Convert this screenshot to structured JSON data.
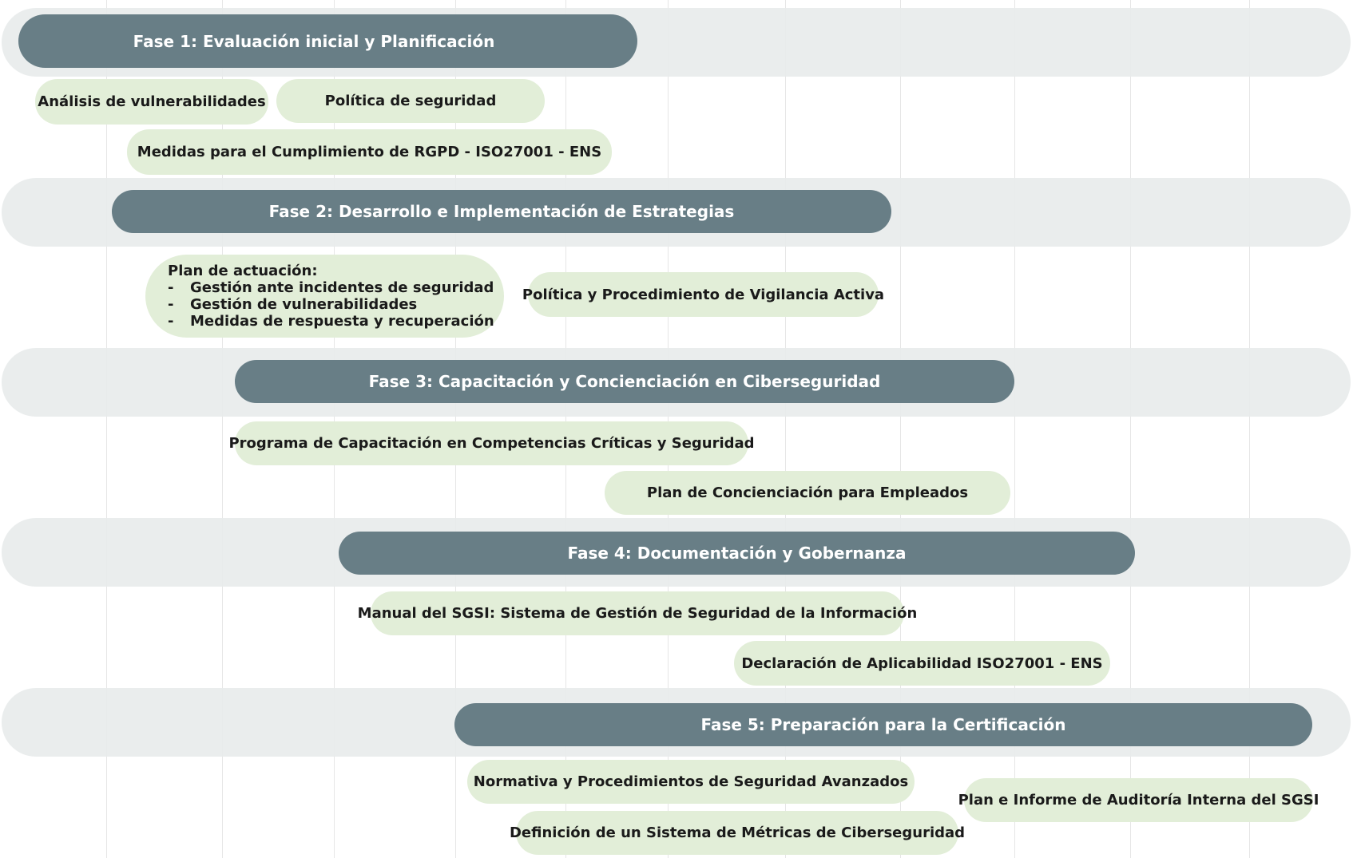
{
  "phases": [
    {
      "label": "Fase 1: Evaluación inicial y Planificación"
    },
    {
      "label": "Fase 2: Desarrollo e Implementación de Estrategias"
    },
    {
      "label": "Fase 3: Capacitación y Concienciación en Ciberseguridad"
    },
    {
      "label": "Fase 4: Documentación y Gobernanza"
    },
    {
      "label": "Fase 5: Preparación para la Certificación"
    }
  ],
  "tasks": {
    "vuln_analysis": "Análisis de vulnerabilidades",
    "security_policy": "Política de seguridad",
    "compliance": "Medidas para el Cumplimiento de RGPD - ISO27001 - ENS",
    "action_plan": {
      "title": "Plan de actuación:",
      "items": [
        "Gestión ante incidentes de seguridad",
        "Gestión de vulnerabilidades",
        "Medidas de respuesta y recuperación"
      ]
    },
    "vigilance": "Política y Procedimiento de Vigilancia Activa",
    "training": "Programa de Capacitación en Competencias Críticas y Seguridad",
    "awareness": "Plan de Concienciación para Empleados",
    "sgsi_manual": "Manual del SGSI: Sistema de Gestión de Seguridad de la Información",
    "applicability": "Declaración de Aplicabilidad ISO27001 - ENS",
    "advanced_rules": "Normativa y Procedimientos de Seguridad Avanzados",
    "metrics": "Definición de un Sistema de Métricas de Ciberseguridad",
    "audit": "Plan e Informe de Auditoría Interna del SGSI"
  },
  "colors": {
    "phase_bar": "#687e86",
    "phase_band": "#e8ecec",
    "task": "#e2eed8",
    "gridline": "#e6e6e6"
  }
}
